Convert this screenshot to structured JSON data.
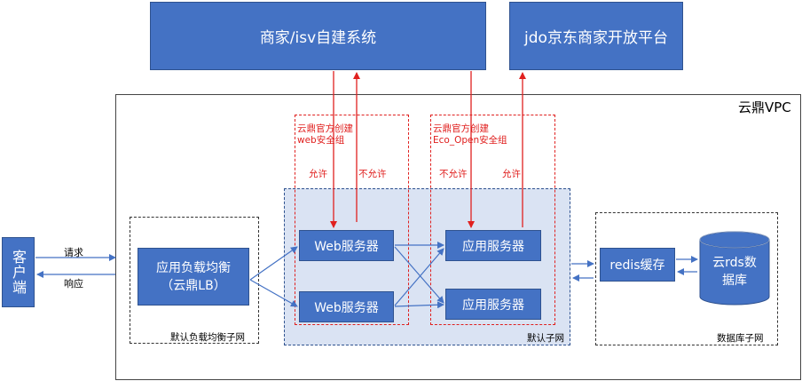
{
  "top": {
    "merchant_system": "商家/isv自建系统",
    "jdo_platform": "jdo京东商家开放平台"
  },
  "vpc": {
    "label": "云鼎VPC"
  },
  "client": {
    "label": "客户端"
  },
  "arrows": {
    "request": "请求",
    "response": "响应"
  },
  "lb_subnet": {
    "lb_label": "应用负载均衡\n（云鼎LB）",
    "subnet_label": "默认负载均衡子网"
  },
  "default_subnet": {
    "label": "默认子网",
    "web_servers": [
      "Web服务器",
      "Web服务器"
    ],
    "app_servers": [
      "应用服务器",
      "应用服务器"
    ]
  },
  "security_groups": {
    "web_sg": {
      "title": "云鼎官方创建\nweb安全组",
      "allow": "允许",
      "deny": "不允许"
    },
    "eco_sg": {
      "title": "云鼎官方创建\nEco_Open安全组",
      "deny": "不允许",
      "allow": "允许"
    }
  },
  "db_subnet": {
    "label": "数据库子网",
    "redis": "redis缓存",
    "rds": "云rds数\n据库"
  },
  "colors": {
    "box_blue": "#4472c4",
    "subnet_fill": "#dae3f3",
    "red": "#e0201f",
    "arrow_blue": "#4472c4"
  }
}
